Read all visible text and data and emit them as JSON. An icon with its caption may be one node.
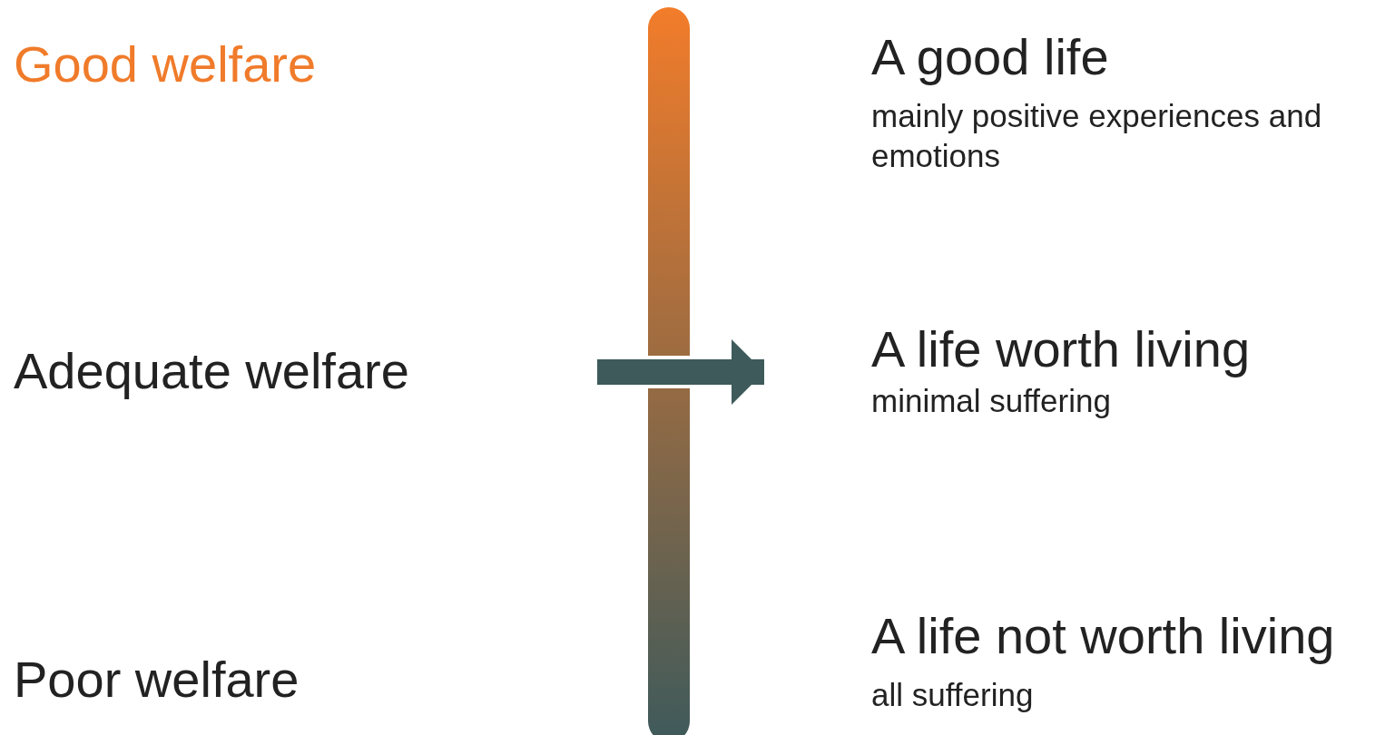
{
  "diagram": {
    "nodes": [
      {
        "text": [],
        "shape": "bar"
      },
      {
        "text": [
          "A life worth living",
          "minimal suffering"
        ]
      }
    ],
    "edges": [
      {
        "from": null,
        "to": 1,
        "arrow": "to"
      }
    ],
    "labels": [
      "Good welfare",
      "A good life",
      "mainly positive experiences and emotions",
      "Adequate welfare",
      "Poor welfare",
      "A life not worth living",
      "all suffering"
    ]
  }
}
